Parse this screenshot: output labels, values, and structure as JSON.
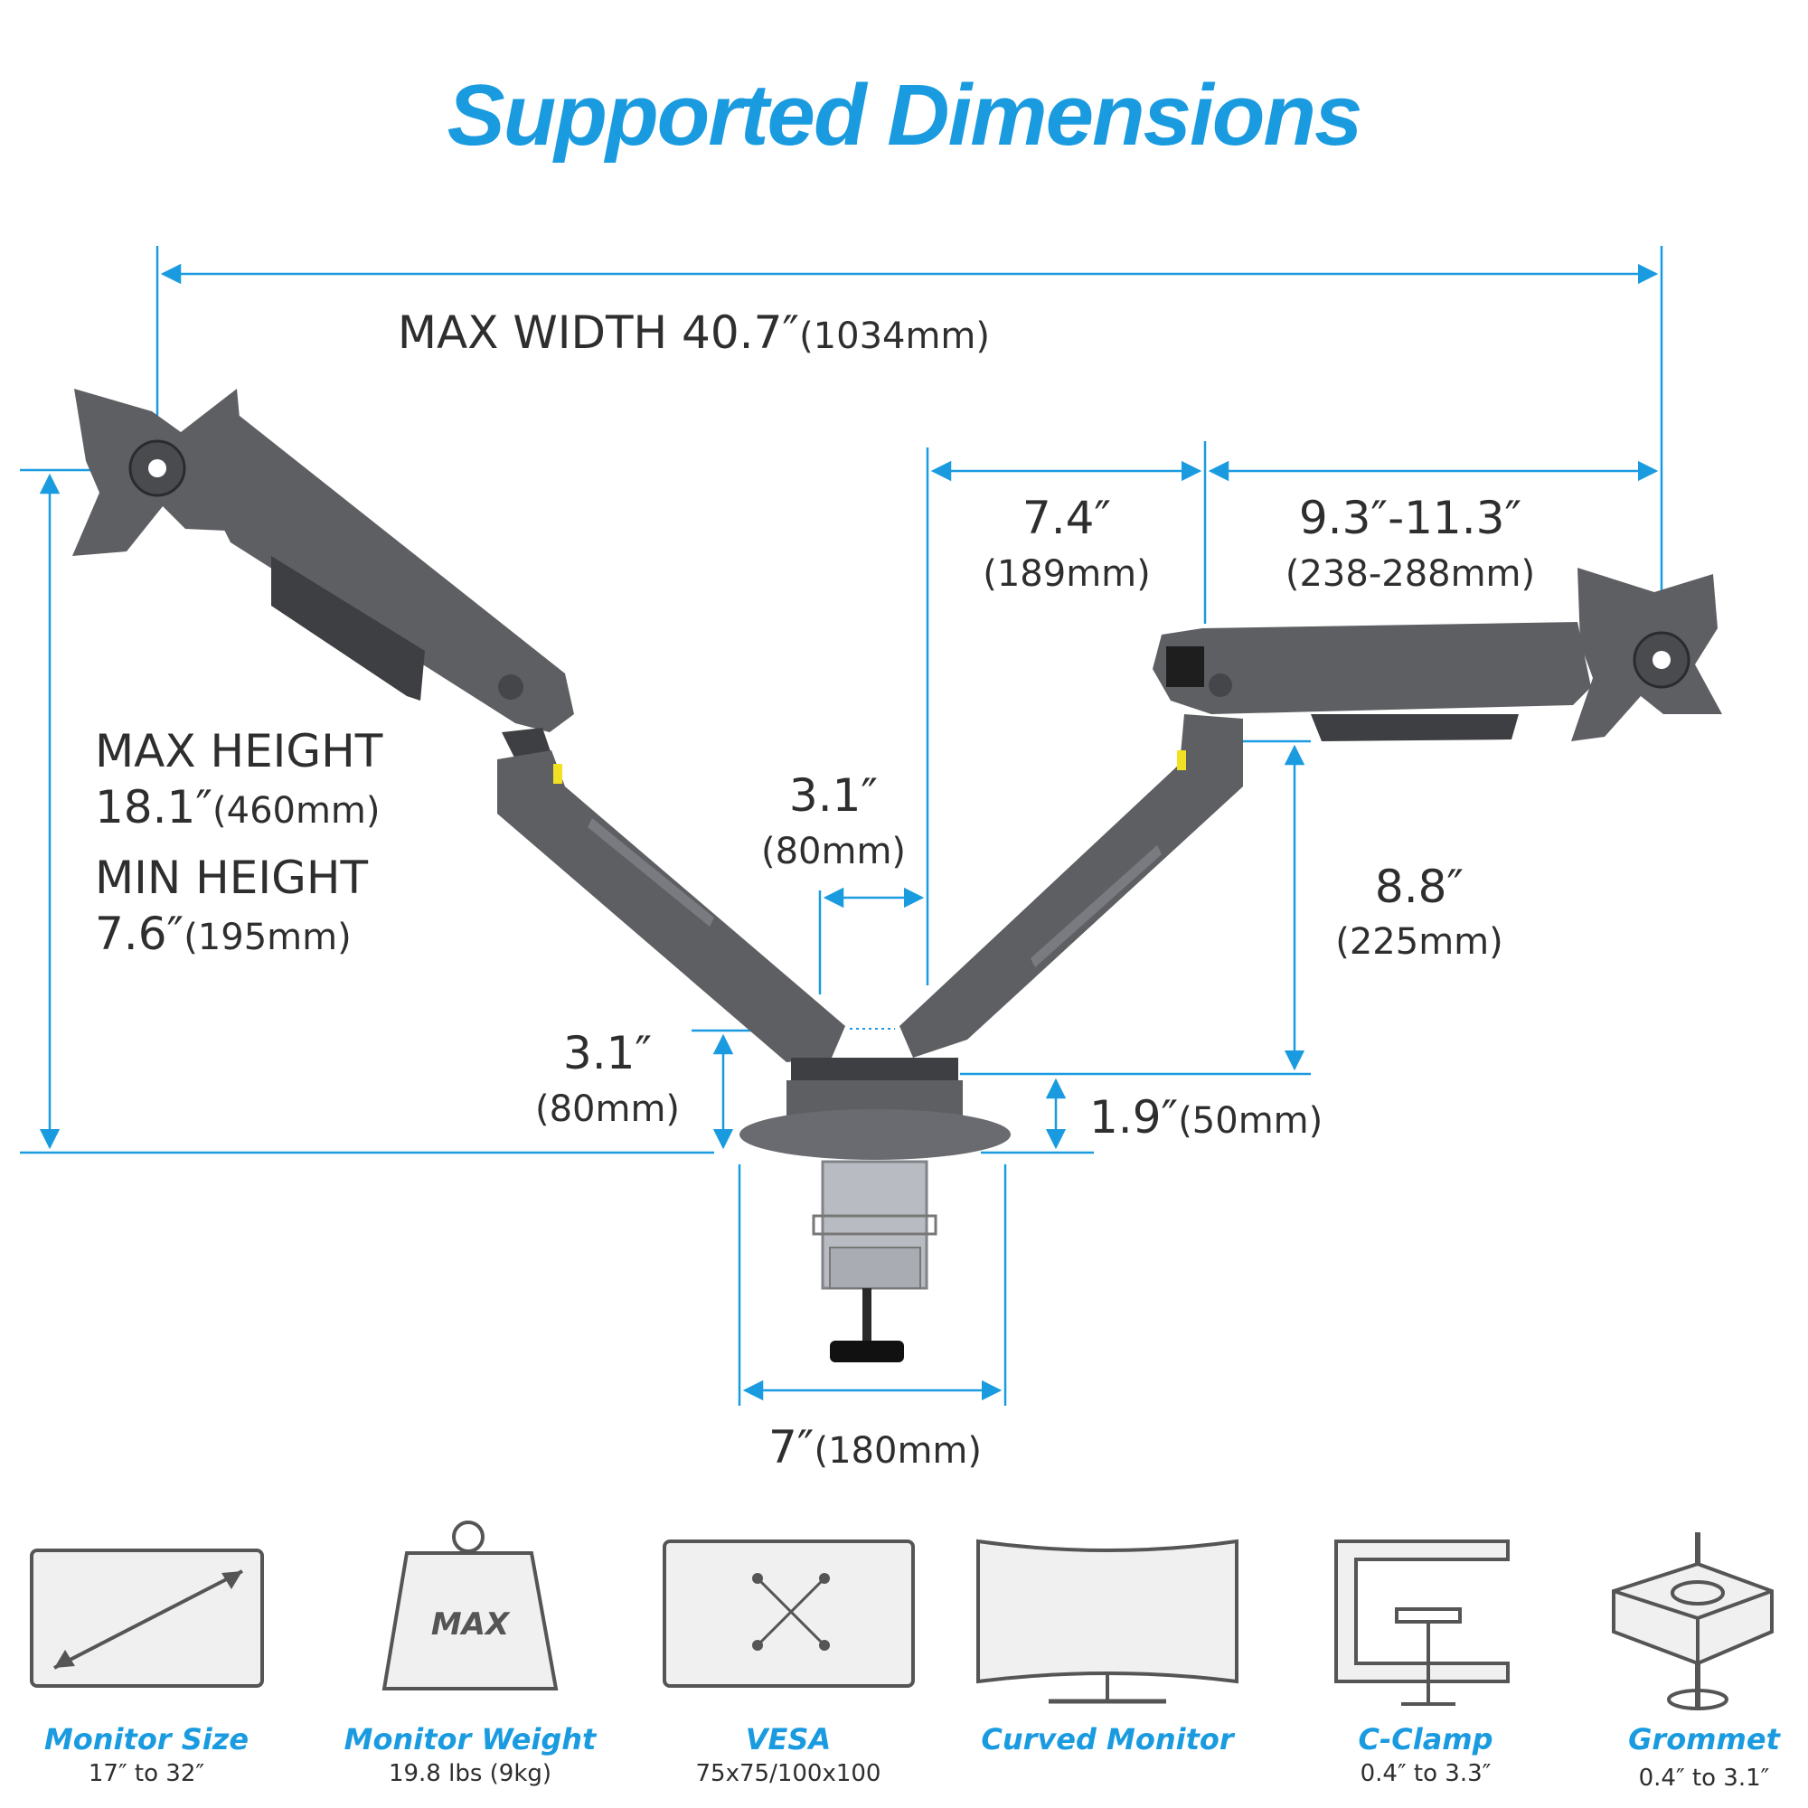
{
  "title": "Supported Dimensions",
  "dimensions": {
    "max_width": {
      "main": "MAX WIDTH 40.7″",
      "sub": "(1034mm)"
    },
    "arm_segment": {
      "main": "7.4″",
      "sub": "(189mm)"
    },
    "arm_extension": {
      "main": "9.3″-11.3″",
      "sub": "(238-288mm)"
    },
    "max_height": {
      "label": "MAX HEIGHT",
      "main": "18.1″",
      "sub": "(460mm)"
    },
    "min_height": {
      "label": "MIN HEIGHT",
      "main": "7.6″",
      "sub": "(195mm)"
    },
    "pole_gap": {
      "main": "3.1″",
      "sub": "(80mm)"
    },
    "arm_lift": {
      "main": "8.8″",
      "sub": "(225mm)"
    },
    "base_height": {
      "main": "3.1″",
      "sub": "(80mm)"
    },
    "base_offset": {
      "main": "1.9″",
      "sub": "(50mm)"
    },
    "base_width": {
      "main": "7″",
      "sub": "(180mm)"
    }
  },
  "features": [
    {
      "title": "Monitor Size",
      "value": "17″ to 32″",
      "icon": "monitor-size-icon"
    },
    {
      "title": "Monitor Weight",
      "value": "19.8 lbs (9kg)",
      "icon": "weight-icon",
      "icon_text": "MAX"
    },
    {
      "title": "VESA",
      "value": "75x75/100x100",
      "icon": "vesa-icon"
    },
    {
      "title": "Curved Monitor",
      "value": "",
      "icon": "curved-monitor-icon"
    },
    {
      "title": "C-Clamp",
      "value": "0.4″ to 3.3″",
      "icon": "c-clamp-icon"
    },
    {
      "title": "Grommet",
      "value": "0.4″ to 3.1″",
      "icon": "grommet-icon"
    }
  ],
  "colors": {
    "accent": "#1a9be0",
    "text": "#2e2e2e",
    "arm": "#5e5f63",
    "icon": "#555555"
  }
}
